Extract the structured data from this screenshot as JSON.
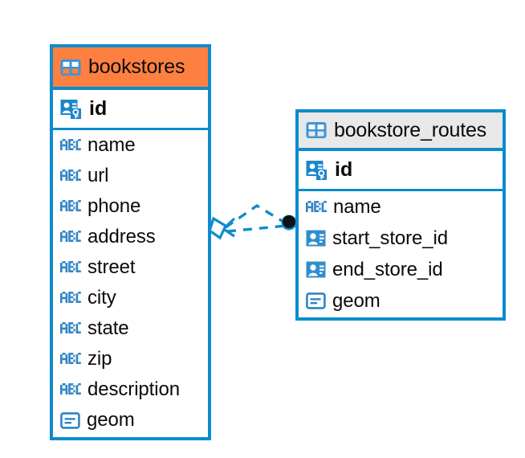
{
  "diagram": {
    "type": "entity-relationship-diagram",
    "background_color": "#ffffff",
    "accent_color": "#0d8ccd",
    "highlight_color": "#fd8040",
    "neutral_header_color": "#e8e8e8",
    "text_color": "#0a0a0a"
  },
  "entities": [
    {
      "name": "bookstores",
      "header_style": "accent",
      "table_icon": "table-grid-icon",
      "primary_key": {
        "label": "id",
        "icon": "primary-key-icon"
      },
      "fields": [
        {
          "label": "name",
          "icon": "text-abc-icon"
        },
        {
          "label": "url",
          "icon": "text-abc-icon"
        },
        {
          "label": "phone",
          "icon": "text-abc-icon"
        },
        {
          "label": "address",
          "icon": "text-abc-icon"
        },
        {
          "label": "street",
          "icon": "text-abc-icon"
        },
        {
          "label": "city",
          "icon": "text-abc-icon"
        },
        {
          "label": "state",
          "icon": "text-abc-icon"
        },
        {
          "label": "zip",
          "icon": "text-abc-icon"
        },
        {
          "label": "description",
          "icon": "text-abc-icon"
        },
        {
          "label": "geom",
          "icon": "geometry-icon"
        }
      ]
    },
    {
      "name": "bookstore_routes",
      "header_style": "neutral",
      "table_icon": "table-grid-icon",
      "primary_key": {
        "label": "id",
        "icon": "primary-key-icon"
      },
      "fields": [
        {
          "label": "name",
          "icon": "text-abc-icon"
        },
        {
          "label": "start_store_id",
          "icon": "foreign-key-icon"
        },
        {
          "label": "end_store_id",
          "icon": "foreign-key-icon"
        },
        {
          "label": "geom",
          "icon": "geometry-icon"
        }
      ]
    }
  ],
  "relationship": {
    "source_entity": "bookstores",
    "target_entity": "bookstore_routes",
    "line_style": "dashed",
    "line_color": "#0d8ccd",
    "source_marker": "crows-foot-diamond-marker",
    "target_marker": "filled-circle-marker",
    "target_marker_color": "#111111"
  }
}
